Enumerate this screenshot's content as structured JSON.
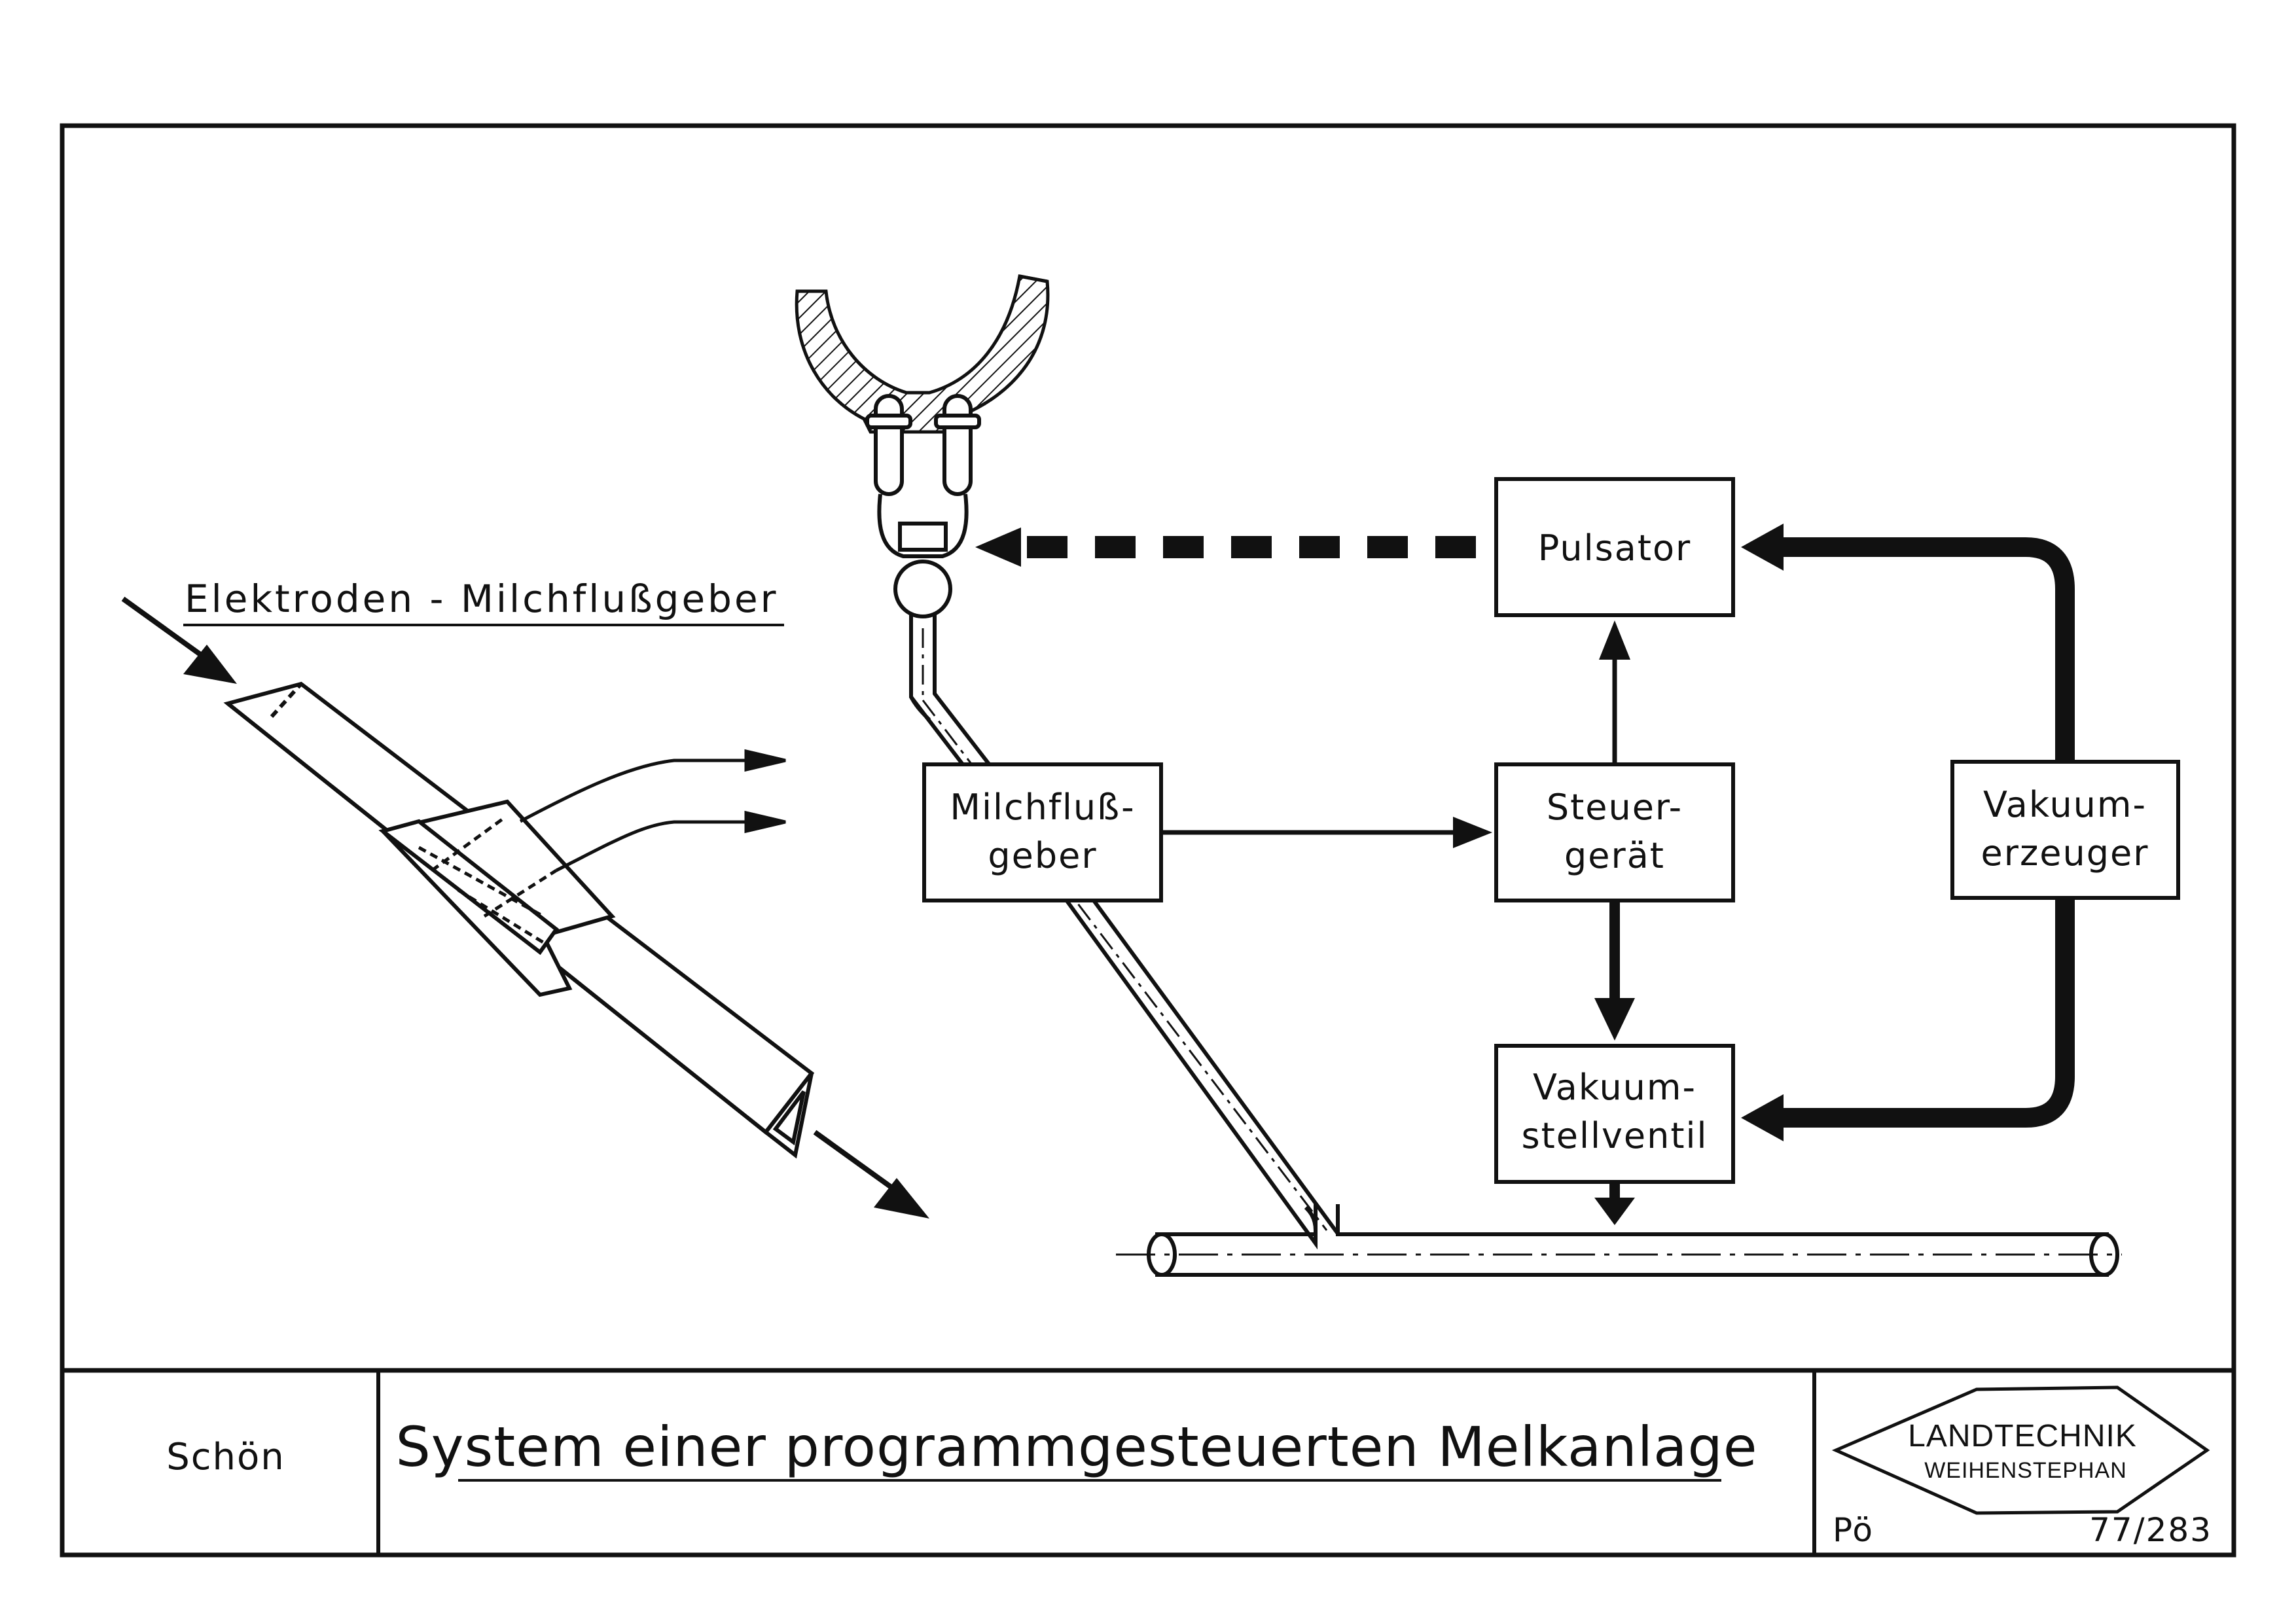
{
  "drawing": {
    "sensor_title": "Elektroden - Milchflußgeber",
    "blocks": {
      "milchfluss": [
        "Milchfluß-",
        "geber"
      ],
      "pulsator": [
        "Pulsator"
      ],
      "steuer": [
        "Steuer-",
        "gerät"
      ],
      "vakuumstell": [
        "Vakuum-",
        "stellventil"
      ],
      "vakuumerz": [
        "Vakuum-",
        "erzeuger"
      ]
    }
  },
  "title_block": {
    "author": "Schön",
    "title": "System einer programmgesteuerten Melkanlage",
    "logo_line1": "LANDTECHNIK",
    "logo_line2": "WEIHENSTEPHAN",
    "initials": "Pö",
    "drawing_number": "77/283"
  }
}
